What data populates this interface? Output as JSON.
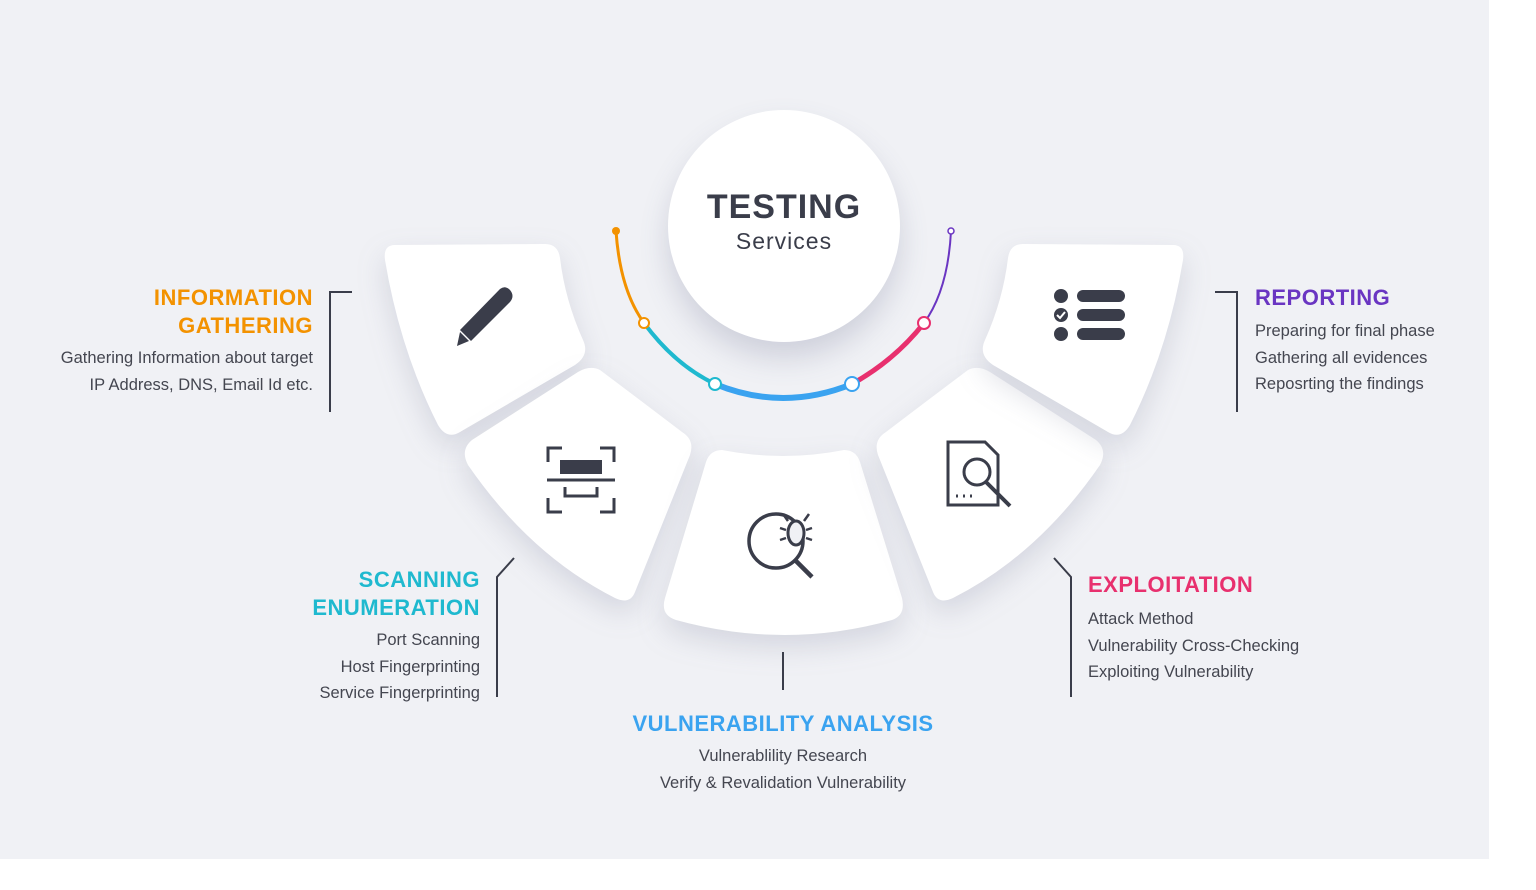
{
  "center": {
    "title": "TESTING",
    "subtitle": "Services"
  },
  "colors": {
    "info": "#f39200",
    "scan": "#1fb9cf",
    "vuln": "#3aa3f0",
    "exploit": "#e8306e",
    "report": "#6a35c2",
    "text": "#444650",
    "dark": "#3a3d4a"
  },
  "stages": {
    "info": {
      "title_line1": "INFORMATION",
      "title_line2": "GATHERING",
      "lines": [
        "Gathering Information about target",
        "IP Address, DNS, Email Id etc."
      ],
      "icon": "pencil-icon"
    },
    "scan": {
      "title_line1": "SCANNING",
      "title_line2": "ENUMERATION",
      "lines": [
        "Port Scanning",
        "Host Fingerprinting",
        "Service Fingerprinting"
      ],
      "icon": "scan-icon"
    },
    "vuln": {
      "title_line1": "VULNERABILITY ANALYSIS",
      "lines": [
        "Vulnerablility Research",
        "Verify & Revalidation Vulnerability"
      ],
      "icon": "bug-search-icon"
    },
    "exploit": {
      "title_line1": "EXPLOITATION",
      "lines": [
        "Attack Method",
        "Vulnerability Cross-Checking",
        "Exploiting Vulnerability"
      ],
      "icon": "document-search-icon"
    },
    "report": {
      "title_line1": "REPORTING",
      "lines": [
        "Preparing for final phase",
        "Gathering all evidences",
        "Reposrting the findings"
      ],
      "icon": "checklist-icon"
    }
  }
}
